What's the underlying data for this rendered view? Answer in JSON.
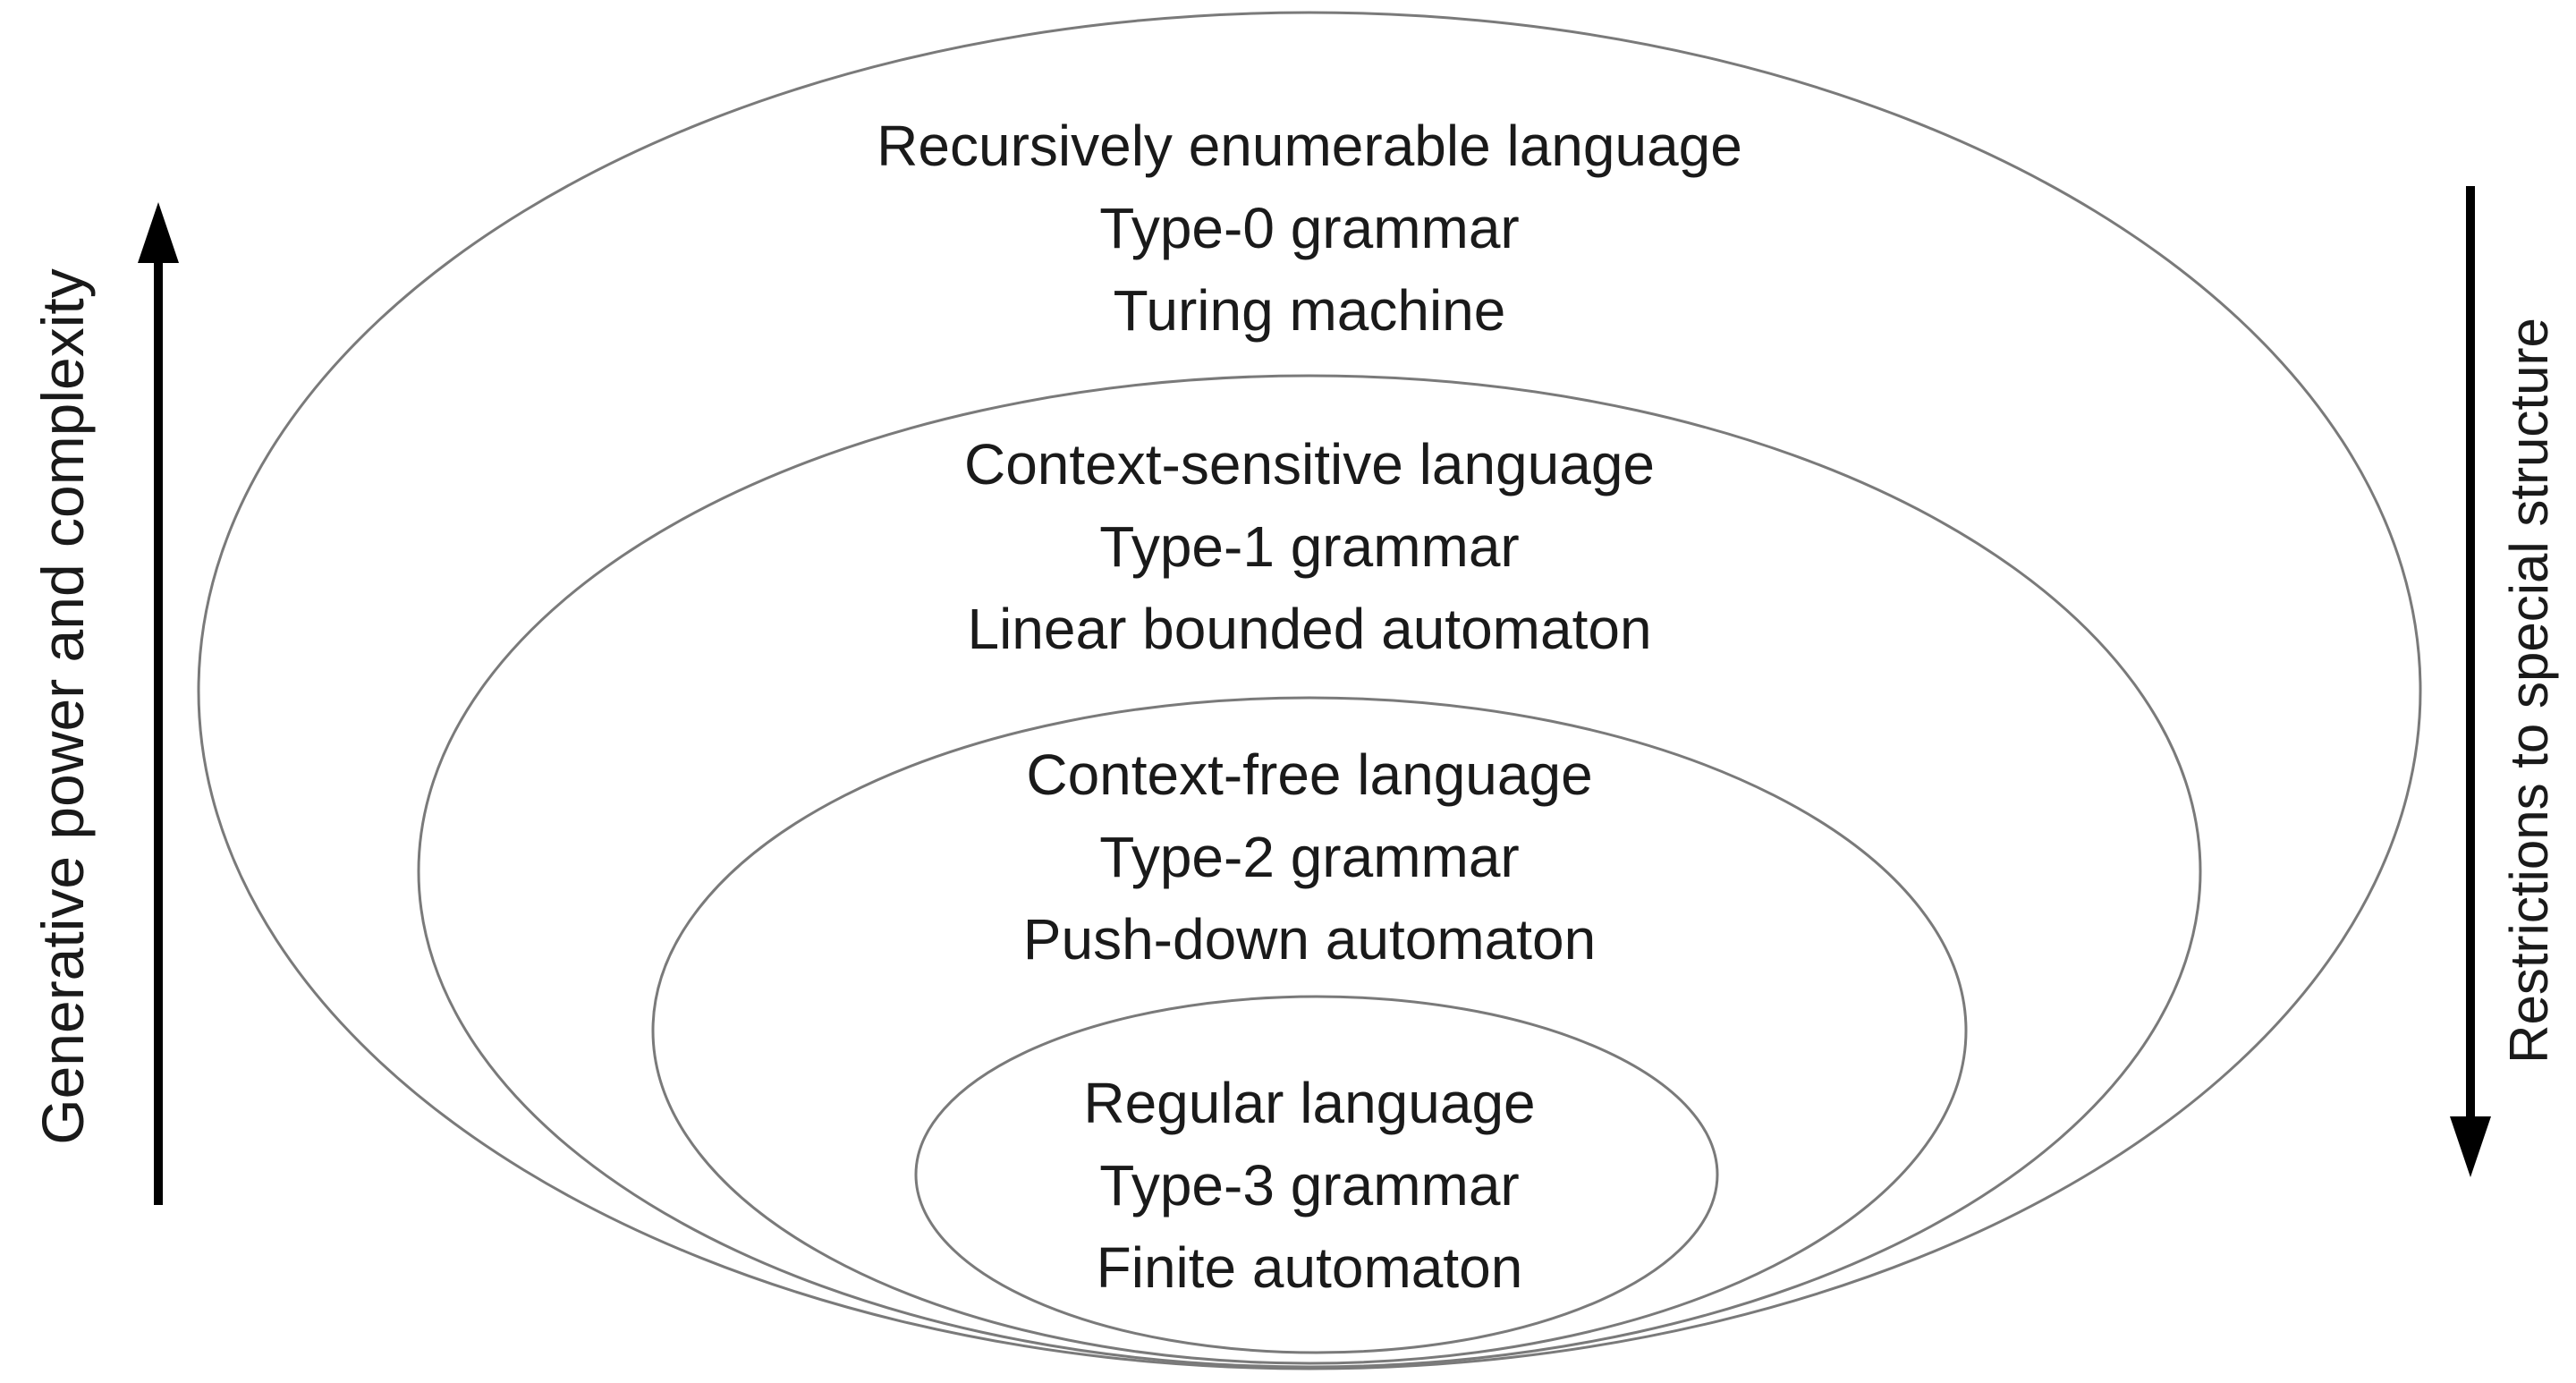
{
  "diagram": {
    "title_implied": "Chomsky hierarchy of languages, grammars and automata",
    "levels": [
      {
        "language": "Recursively enumerable language",
        "grammar": "Type-0 grammar",
        "automaton": "Turing machine"
      },
      {
        "language": "Context-sensitive language",
        "grammar": "Type-1 grammar",
        "automaton": "Linear bounded automaton"
      },
      {
        "language": "Context-free language",
        "grammar": "Type-2 grammar",
        "automaton": "Push-down automaton"
      },
      {
        "language": "Regular language",
        "grammar": "Type-3 grammar",
        "automaton": "Finite automaton"
      }
    ],
    "left_axis": {
      "label": "Generative power and complexity",
      "direction": "up"
    },
    "right_axis": {
      "label": "Restrictions to special structure",
      "direction": "down"
    },
    "colors": {
      "background": "#ffffff",
      "ellipse_stroke": "#7a7a7a",
      "text": "#1a1a1a",
      "arrow": "#000000"
    }
  }
}
